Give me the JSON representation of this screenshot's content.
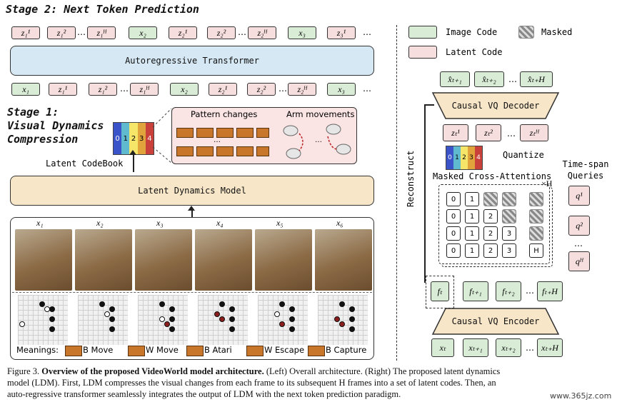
{
  "stage2": {
    "title": "Stage 2: Next Token Prediction",
    "top_tokens": [
      "z₁¹",
      "z₁²",
      "…",
      "z₁ᴴ",
      "x₂",
      "z₂¹",
      "z₂²",
      "…",
      "z₂ᴴ",
      "x₃",
      "z₃¹",
      "…"
    ],
    "transformer_label": "Autoregressive Transformer",
    "bottom_tokens": [
      "x₁",
      "z₁¹",
      "z₁²",
      "…",
      "z₁ᴴ",
      "x₂",
      "z₂¹",
      "z₂²",
      "…",
      "z₂ᴴ",
      "x₃",
      "…"
    ]
  },
  "stage1": {
    "title_lines": [
      "Stage 1:",
      "Visual Dynamics",
      "Compression"
    ],
    "codebook_digits": [
      "0",
      "1",
      "2",
      "3",
      "4"
    ],
    "codebook_label": "Latent CodeBook",
    "pattern_changes": "Pattern changes",
    "arm_movements": "Arm movements",
    "ellipsis": "…",
    "ldm_label": "Latent Dynamics Model",
    "frame_labels": [
      "x₁",
      "x₂",
      "x₃",
      "x₄",
      "x₅",
      "x₆"
    ],
    "meanings_label": "Meanings:",
    "meanings": [
      "B Move",
      "W Move",
      "B Atari",
      "W Escape",
      "B Capture"
    ]
  },
  "legend": {
    "image_code": "Image Code",
    "masked": "Masked",
    "latent_code": "Latent Code"
  },
  "right": {
    "decoder_outputs": [
      "x̂ₜ₊₁",
      "x̂ₜ₊₂",
      "…",
      "x̂ₜ₊H"
    ],
    "decoder_label": "Causal VQ Decoder",
    "latents": [
      "zₜ¹",
      "zₜ²",
      "…",
      "zₜᴴ"
    ],
    "quantize_label": "Quantize",
    "reconstruct_label": "Reconstruct",
    "mca_label": "Masked Cross-Attentions",
    "times_h": "×H",
    "attn_rows": [
      [
        "0",
        "1"
      ],
      [
        "0",
        "1",
        "2"
      ],
      [
        "0",
        "1",
        "2",
        "3"
      ],
      [
        "0",
        "1",
        "2",
        "3"
      ],
      [
        "H"
      ]
    ],
    "queries_title": [
      "Time-span",
      "Queries"
    ],
    "queries": [
      "q¹",
      "q²",
      "…",
      "qᴴ"
    ],
    "features": [
      "fₜ",
      "fₜ₊₁",
      "fₜ₊₂",
      "…",
      "fₜ₊H"
    ],
    "encoder_label": "Causal VQ Encoder",
    "inputs": [
      "xₜ",
      "xₜ₊₁",
      "xₜ₊₂",
      "…",
      "xₜ₊H"
    ]
  },
  "caption": {
    "fig": "Figure 3.",
    "bold": "Overview of the proposed VideoWorld model architecture.",
    "rest1": "(Left) Overall architecture. (Right) The proposed latent dynamics",
    "line2": "model (LDM). First, LDM compresses the visual changes from each frame to its subsequent H frames into a set of latent codes. Then, an",
    "line3": "auto-regressive transformer seamlessly integrates the output of LDM with the next token prediction paradigm."
  },
  "watermark": "www.365jz.com",
  "colors": {
    "image_code": "#d8ecd6",
    "latent_code": "#f7dede",
    "transformer": "#d6e8f4",
    "ldm": "#f7e6c8",
    "codebook": [
      "#3a53c9",
      "#5fbad0",
      "#f5e66a",
      "#e1a33c",
      "#c9413a"
    ]
  }
}
